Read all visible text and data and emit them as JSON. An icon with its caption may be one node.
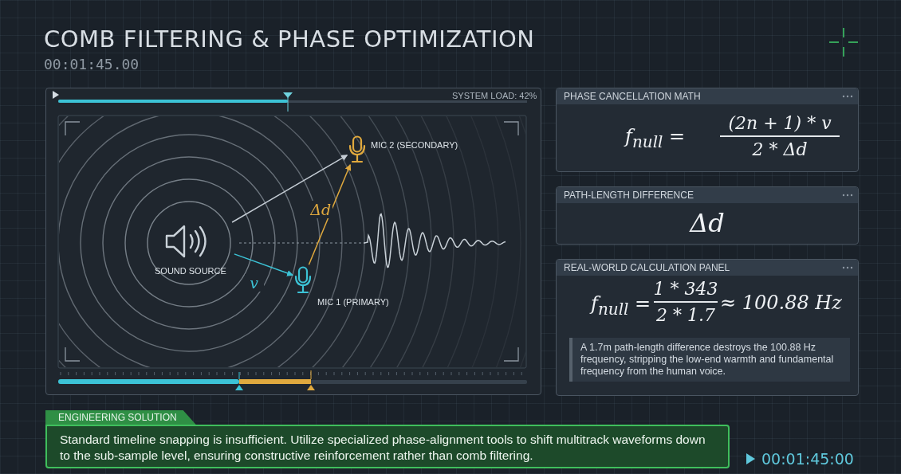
{
  "diagram": {
    "title": "COMB FILTERING & PHASE OPTIMIZATION",
    "nodes": [
      {
        "text": [
          "SOUND SOURCE"
        ]
      },
      {
        "text": [
          "MIC 2 (SECONDARY)"
        ]
      },
      {
        "text": [
          "MIC 1 (PRIMARY)"
        ]
      },
      {
        "text": [
          "PHASE CANCELLATION MATH",
          "f$_{null}$ =",
          "(2n + 1) * v",
          "2 * Δd"
        ]
      },
      {
        "text": [
          "PATH-LENGTH DIFFERENCE",
          "Δd"
        ]
      },
      {
        "text": [
          "REAL-WORLD CALCULATION PANEL",
          "f$_{null}$ =",
          "1 * 343",
          "2 * 1.7",
          "≈ 100.88 Hz",
          "A 1.7m path-length difference destroys the 100.88 Hz frequency, stripping the low-end warmth and fundamental frequency from the human voice."
        ]
      },
      {
        "text": [
          "ENGINEERING SOLUTION",
          "Standard timeline snapping is insufficient. Utilize specialized phase-alignment tools to shift multitrack waveforms down to the sub-sample level, ensuring constructive reinforcement rather than comb filtering."
        ]
      }
    ],
    "edges": [
      {
        "from": 0,
        "to": 1,
        "arrow": "to",
        "color": "#c4ccd4"
      },
      {
        "from": 0,
        "to": 2,
        "arrow": "to",
        "label": "v",
        "color": "#3cc3d6"
      },
      {
        "from": 2,
        "to": 1,
        "arrow": "to",
        "label": "Δd",
        "color": "#e0a93e"
      }
    ],
    "labels": [
      "00:01:45.00",
      "SYSTEM LOAD: 42%",
      "00:01:45:00"
    ]
  }
}
